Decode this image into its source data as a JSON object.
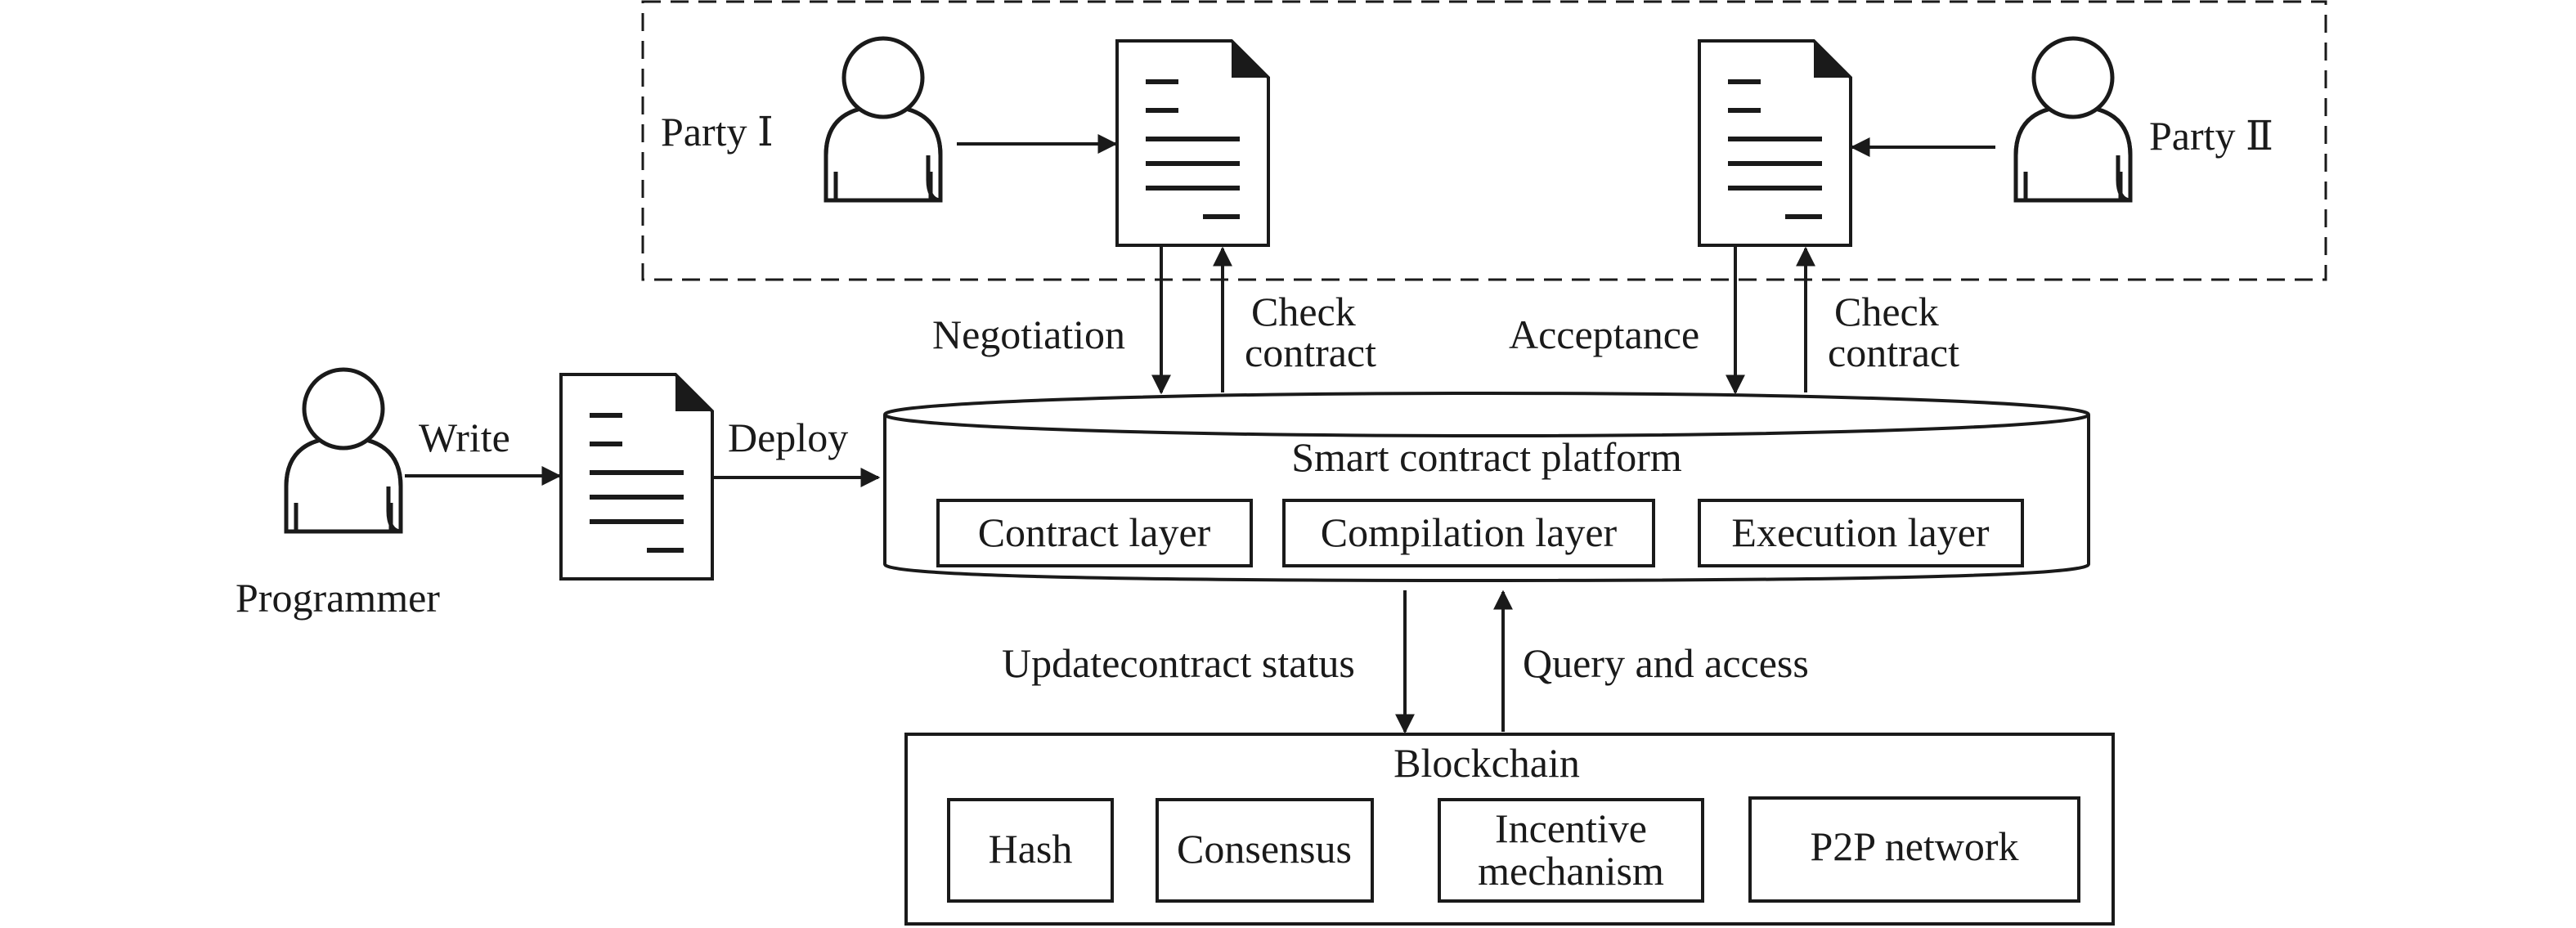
{
  "parties": {
    "party1_label": "Party Ⅰ",
    "party2_label": "Party Ⅱ"
  },
  "programmer": {
    "label": "Programmer",
    "write_label": "Write",
    "deploy_label": "Deploy"
  },
  "flows": {
    "negotiation_label": "Negotiation",
    "check_contract_1": [
      "Check",
      "contract"
    ],
    "acceptance_label": "Acceptance",
    "check_contract_2": [
      "Check",
      "contract"
    ],
    "update_status_label": "Updatecontract status",
    "query_access_label": "Query and access"
  },
  "platform": {
    "title": "Smart contract platform",
    "layers": [
      "Contract layer",
      "Compilation layer",
      "Execution layer"
    ]
  },
  "blockchain": {
    "title": "Blockchain",
    "components": [
      "Hash",
      "Consensus",
      [
        "Incentive",
        "mechanism"
      ],
      "P2P network"
    ]
  },
  "icons": [
    "person-icon",
    "document-icon"
  ],
  "colors": {
    "stroke": "#1a1a1a",
    "background": "#ffffff"
  }
}
